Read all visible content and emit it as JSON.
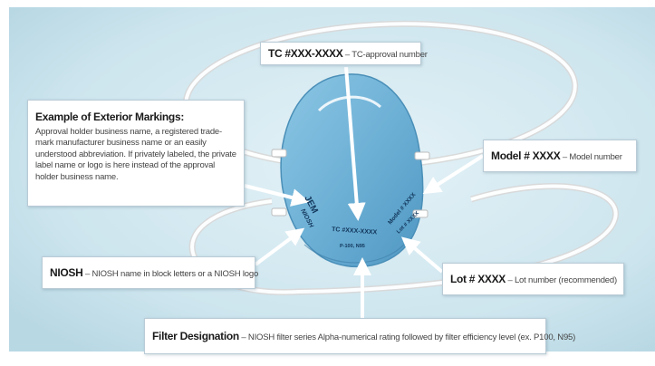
{
  "callouts": {
    "tc": {
      "label": "TC #XXX-XXXX",
      "desc": " – TC-approval number"
    },
    "model": {
      "label": "Model # XXXX",
      "desc": " – Model number"
    },
    "lot": {
      "label": "Lot # XXXX",
      "desc": " – Lot number (recommended)"
    },
    "niosh": {
      "label": "NIOSH",
      "desc": " – NIOSH name in block letters or a NIOSH logo"
    },
    "filter": {
      "label": "Filter Designation",
      "desc": " – NIOSH filter series Alpha-numerical rating followed by filter efficiency level (ex. P100, N95)"
    },
    "exterior": {
      "title": "Example of Exterior Markings:",
      "body": "Approval holder business name, a registered trade-mark manufacturer business name or an easily understood abbreviation. If privately labeled, the private label name or logo is here instead of the approval holder business name."
    }
  },
  "mask_markings": {
    "brand": "JEM",
    "niosh": "NIOSH",
    "tc": "TC #XXX-XXXX",
    "filter": "P-100, N95",
    "model": "Model # XXXX",
    "lot": "Lot # XXXX"
  },
  "colors": {
    "background": "#cfe6ee",
    "mask": "#6fb3d8",
    "arrow": "#ffffff"
  }
}
